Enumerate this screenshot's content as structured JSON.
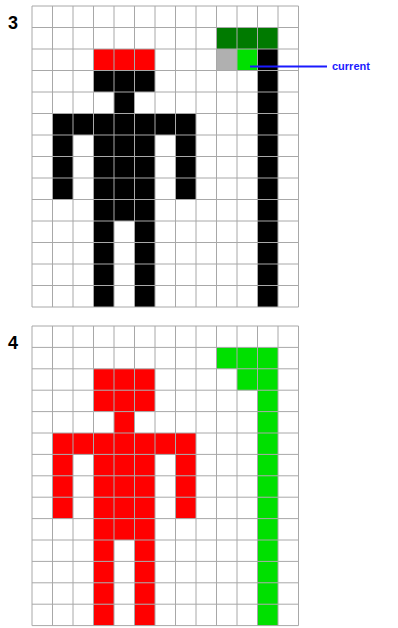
{
  "diagram": {
    "labels": [
      "3",
      "current",
      "4"
    ]
  }
}
